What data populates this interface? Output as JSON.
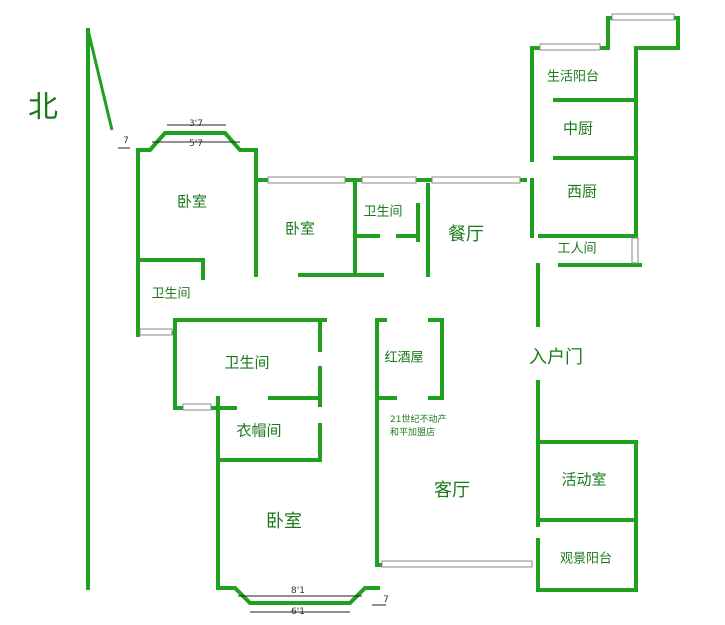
{
  "compass": {
    "north": "北"
  },
  "rooms": {
    "bedroom_nw": "卧室",
    "bedroom_mid": "卧室",
    "bedroom_south": "卧室",
    "bath_west": "卫生间",
    "bath_top": "卫生间",
    "bath_center": "卫生间",
    "cloak": "衣帽间",
    "dining": "餐厅",
    "wine": "红酒屋",
    "living": "客厅",
    "utility_balcony": "生活阳台",
    "chinese_kitchen": "中厨",
    "western_kitchen": "西厨",
    "maid_room": "工人间",
    "entrance": "入户门",
    "activity": "活动室",
    "view_balcony": "观景阳台"
  },
  "watermark": {
    "line1": "21世纪不动产",
    "line2": "和平加盟店"
  },
  "dimensions": {
    "top_inner": "3'7",
    "top_outer": "5'7",
    "bottom_outer": "8'1",
    "bottom_inner": "6'1",
    "side_top": "7",
    "side_bottom": "7"
  },
  "colors": {
    "wall": "#1fa01f",
    "label": "#1a7a1a"
  }
}
